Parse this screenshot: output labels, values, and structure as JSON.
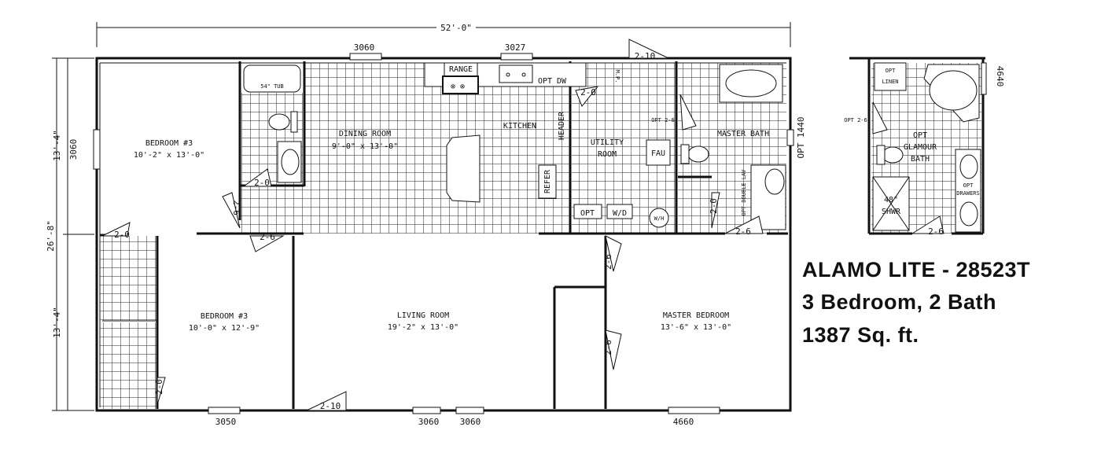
{
  "plan_title": "ALAMO LITE - 28523T",
  "plan_subtitle": "3 Bedroom, 2 Bath",
  "plan_area": "1387 Sq. ft.",
  "dimensions": {
    "width": "52'-0\"",
    "depth": "26'-8\"",
    "upper_half": "13'-4\"",
    "lower_half": "13'-4\""
  },
  "rooms": {
    "bedroom_front": {
      "name": "BEDROOM #3",
      "size": "10'-2\" x 13'-0\""
    },
    "dining": {
      "name": "DINING ROOM",
      "size": "9'-0\" x 13'-0\""
    },
    "kitchen": {
      "name": "KITCHEN"
    },
    "utility": {
      "name1": "UTILITY",
      "name2": "ROOM"
    },
    "master_bath": {
      "name": "MASTER BATH"
    },
    "bedroom_rear": {
      "name": "BEDROOM #3",
      "size": "10'-0\" x 12'-9\""
    },
    "living": {
      "name": "LIVING ROOM",
      "size": "19'-2\" x 13'-0\""
    },
    "master_bedroom": {
      "name": "MASTER BEDROOM",
      "size": "13'-6\" x 13'-0\""
    }
  },
  "fixtures": {
    "tub": "54\" TUB",
    "range": "RANGE",
    "opt_dw": "OPT DW",
    "header": "HEADER",
    "refer": "REFER",
    "mp": "M.P.",
    "fau": "FAU",
    "opt_2_6": "OPT 2-6",
    "opt": "OPT",
    "wd": "W/D",
    "wh": "W/H",
    "opt_double_lav": "OPT DOUBLE LAV"
  },
  "windows": {
    "top_dining": "3060",
    "top_kitchen": "3027",
    "left_bedroom": "3060",
    "master_bath": "OPT 1440",
    "bottom_bedroom": "3050",
    "bottom_living_1": "3060",
    "bottom_living_2": "3060",
    "bottom_master": "4660",
    "inset": "4640"
  },
  "doors": {
    "front": "2-10",
    "rear": "2-10",
    "bath_door": "2-0",
    "bed_door": "2-6",
    "hall_door": "2-6",
    "closet_front": "2-0",
    "closet_rear": "2-0",
    "utility_closet": "2-0",
    "master_closet": "2-0",
    "master_bath_door": "2-6",
    "master_bed_door_1": "2-6",
    "master_bed_door_2": "2-6",
    "inset_door": "2-6"
  },
  "inset": {
    "opt_linen_1": "OPT",
    "opt_linen_2": "LINEN",
    "opt_door": "OPT 2-6",
    "glamour_1": "OPT",
    "glamour_2": "GLAMOUR",
    "glamour_3": "BATH",
    "shower_1": "48\"",
    "shower_2": "SHWR",
    "drawers_1": "OPT",
    "drawers_2": "DRAWERS"
  }
}
